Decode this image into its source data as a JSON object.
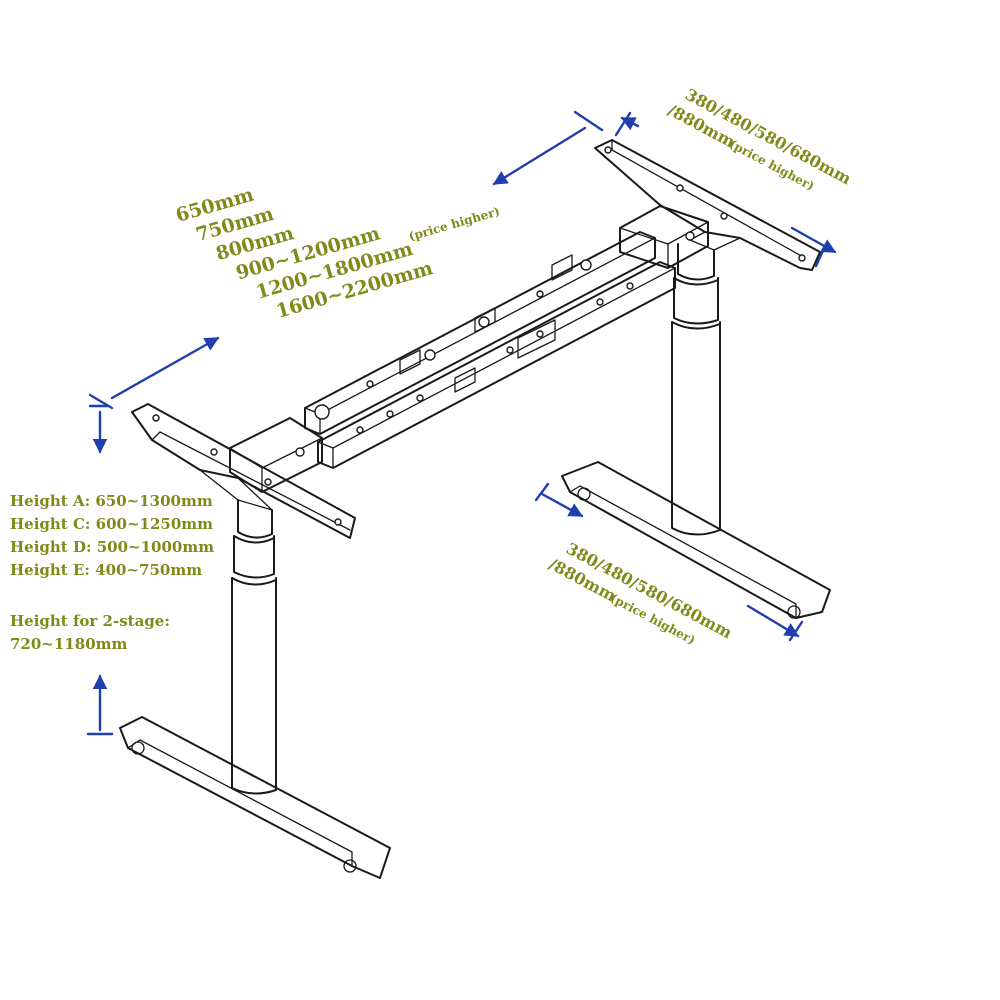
{
  "colors": {
    "label": "#7f8a18",
    "dimension": "#1f3fae",
    "drawing": "#1a1a1a"
  },
  "length_options": {
    "values": [
      "650mm",
      "750mm",
      "800mm",
      "900~1200mm",
      "1200~1800mm",
      "1600~2200mm"
    ],
    "note": "(price higher)"
  },
  "top_width": {
    "line1": "380/480/580/680mm",
    "line2": "/880mm",
    "note": "(price higher)"
  },
  "foot_width": {
    "line1": "380/480/580/680mm",
    "line2": "/880mm",
    "note": "(price higher)"
  },
  "heights": {
    "lines": [
      "Height A: 650~1300mm",
      "Height C: 600~1250mm",
      "Height D: 500~1000mm",
      "Height E: 400~750mm"
    ],
    "two_stage_label": "Height for 2-stage:",
    "two_stage_value": "720~1180mm"
  }
}
